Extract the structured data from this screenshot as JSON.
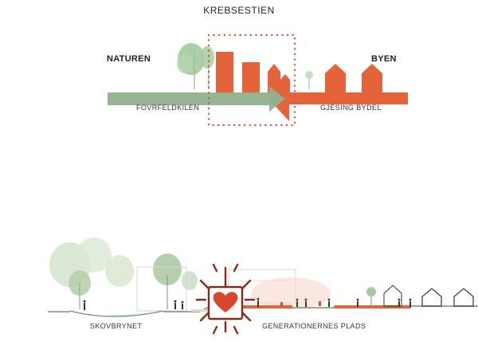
{
  "title": "KREBSESTIEN",
  "top_diagram": {
    "left_label": "NATUREN",
    "right_label": "BYEN",
    "green_band_label": "FOVRFELDKILEN",
    "orange_band_label": "GJESING BYDEL",
    "colors": {
      "green": "#8fb28b",
      "orange": "#e4633b",
      "frame_dots": "#d05838"
    }
  },
  "section": {
    "left_label": "SKOVBRYNET",
    "center_label": "GENERATIONERNES PLADS",
    "colors": {
      "heart": "#d7472b",
      "heart_rays": "#8a2a18",
      "water": "#a8c6d2"
    }
  }
}
